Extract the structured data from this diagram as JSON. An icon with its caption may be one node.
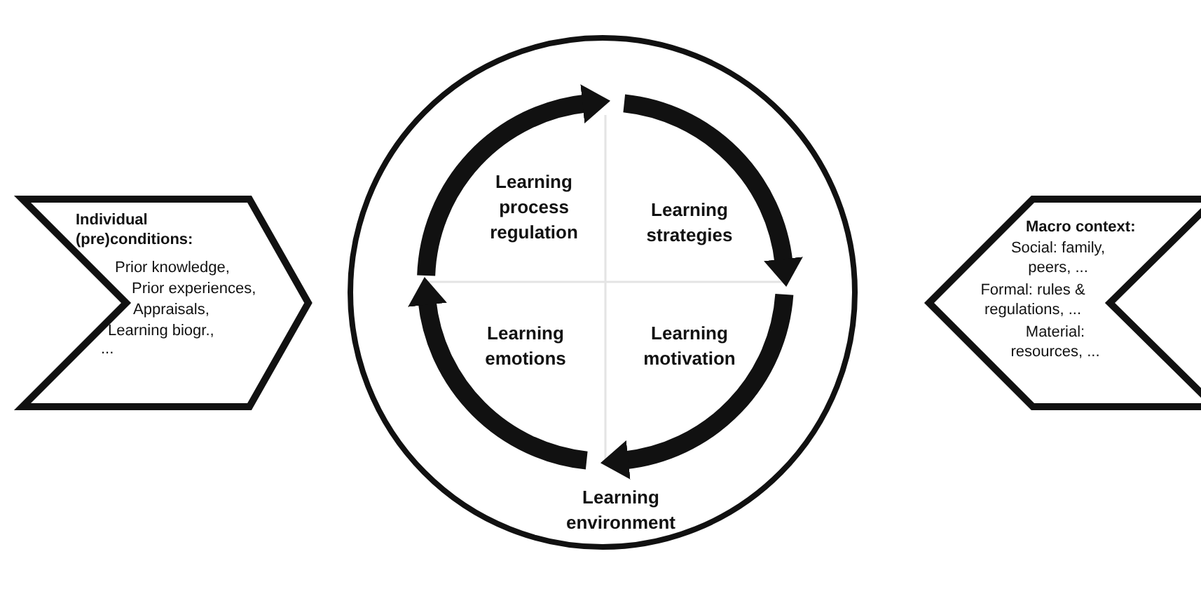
{
  "diagram": {
    "nodes": [
      {
        "text": [
          "Learning environment"
        ]
      },
      {
        "text": [
          "Learning process regulation"
        ],
        "in": 0
      },
      {
        "text": [
          "Learning strategies"
        ],
        "in": 0
      },
      {
        "text": [
          "Learning emotions"
        ],
        "in": 0
      },
      {
        "text": [
          "Learning motivation"
        ],
        "in": 0
      },
      {
        "text": [
          "Individual (pre)conditions:",
          "Prior knowledge,",
          "Prior experiences,",
          "Appraisals,",
          "Learning biogr.,",
          "..."
        ]
      },
      {
        "text": [
          "Macro context:",
          "Social: family, peers, ...",
          "Formal: rules & regulations, ...",
          "Material: resources, ..."
        ]
      }
    ]
  }
}
